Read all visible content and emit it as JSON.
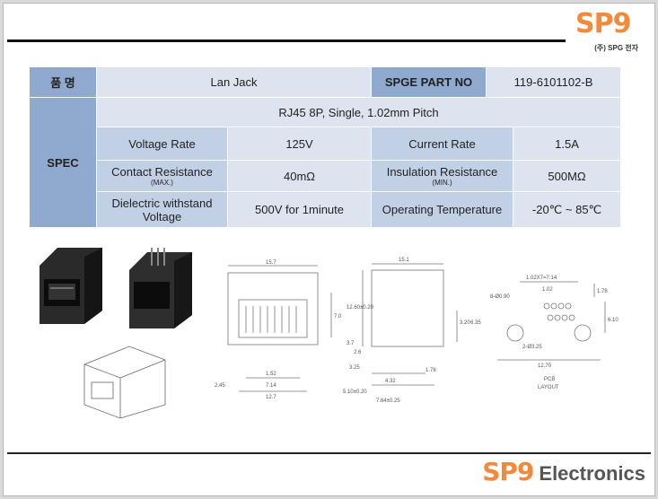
{
  "logo_top": {
    "mark": "SP9",
    "sub": "(주) SPG 전자"
  },
  "table": {
    "name_label": "품  명",
    "name_value": "Lan Jack",
    "part_no_label": "SPGE PART NO",
    "part_no_value": "119-6101102-B",
    "spec_label": "SPEC",
    "description": "RJ45 8P, Single, 1.02mm Pitch",
    "rows": [
      {
        "label1": "Voltage Rate",
        "sub1": "",
        "value1": "125V",
        "label2": "Current Rate",
        "sub2": "",
        "value2": "1.5A"
      },
      {
        "label1": "Contact Resistance",
        "sub1": "(MAX.)",
        "value1": "40mΩ",
        "label2": "Insulation Resistance",
        "sub2": "(MIN.)",
        "value2": "500MΩ"
      },
      {
        "label1": "Dielectric withstand Voltage",
        "sub1": "",
        "value1": "500V for 1minute",
        "label2": "Operating Temperature",
        "sub2": "",
        "value2": "-20℃ ~ 85℃"
      }
    ]
  },
  "drawing": {
    "front": {
      "top": "15.7",
      "height": "7.0",
      "w1": "1.52",
      "w2": "7.14",
      "w3": "12.7",
      "left": "2.45"
    },
    "side": {
      "top": "15.1",
      "h1": "12.60±0.20",
      "h2": "3.7",
      "d1": "3.25",
      "d2": "4.32",
      "d3": "1.78",
      "d4": "5.10±0.20",
      "d5": "7.64±0.25",
      "v1": "3.20",
      "v2": "6.35",
      "v3": "2.6"
    },
    "pcb": {
      "top": "1.02X7=7.14",
      "pitch": "1.02",
      "holes": "8-Ø0.90",
      "mount": "2-Ø3.25",
      "width": "12.70",
      "h1": "1.78",
      "h2": "6.10",
      "caption1": "PCB",
      "caption2": "LAYOUT"
    }
  },
  "logo_bottom": {
    "mark": "SP9",
    "word": "Electronics"
  },
  "colors": {
    "accent": "#f08a3c",
    "header": "#8fa9cf",
    "cell": "#dde3ef"
  }
}
